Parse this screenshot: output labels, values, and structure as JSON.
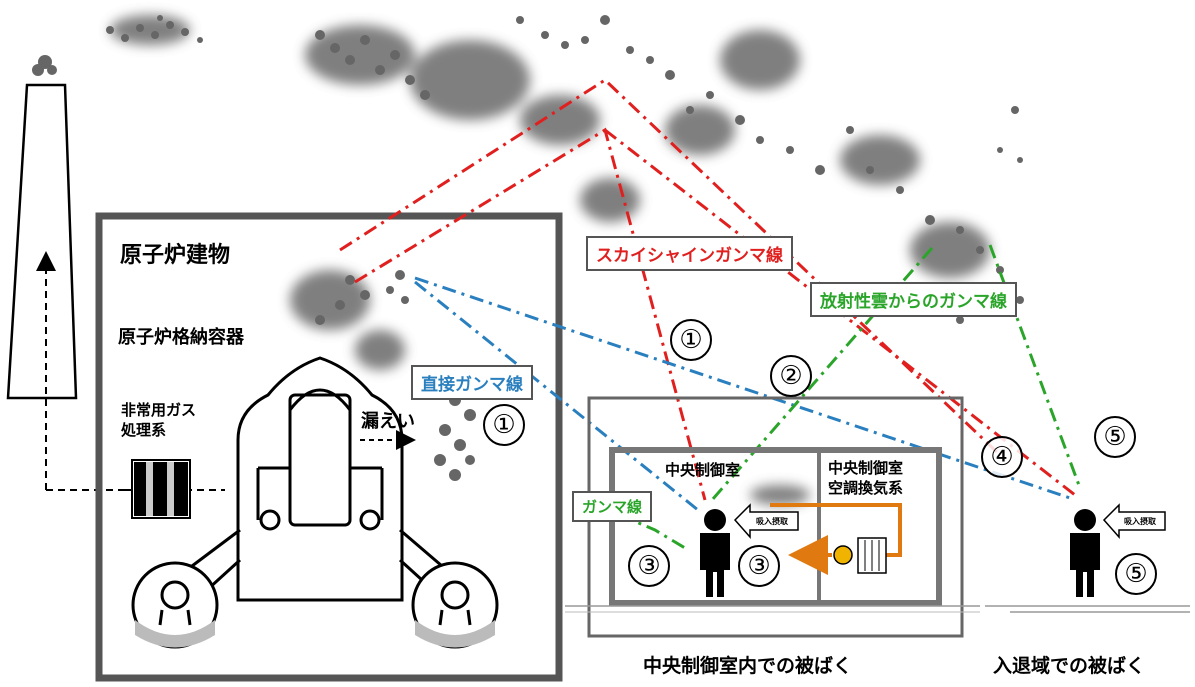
{
  "labels": {
    "reactor_building": "原子炉建物",
    "containment": "原子炉格納容器",
    "sgts": "非常用ガス\n処理系",
    "leak": "漏えい",
    "control_room": "中央制御室",
    "hvac": "中央制御室\n空調換気系",
    "exposure_control_room": "中央制御室内での被ばく",
    "exposure_access": "入退域での被ばく",
    "intake1": "吸入摂取",
    "intake2": "吸入摂取"
  },
  "boxes": {
    "skyshine": "スカイシャインガンマ線",
    "cloud_gamma": "放射性雲からのガンマ線",
    "direct_gamma": "直接ガンマ線",
    "gamma": "ガンマ線"
  },
  "numbers": {
    "n1a": "①",
    "n1b": "①",
    "n2": "②",
    "n3a": "③",
    "n3b": "③",
    "n4": "④",
    "n5a": "⑤",
    "n5b": "⑤"
  },
  "colors": {
    "skyshine": "#e0201f",
    "cloud": "#2aa52a",
    "direct": "#2a7fbf",
    "hvac_duct": "#e07a10",
    "fan": "#f0b400",
    "box_border": "#555555"
  }
}
